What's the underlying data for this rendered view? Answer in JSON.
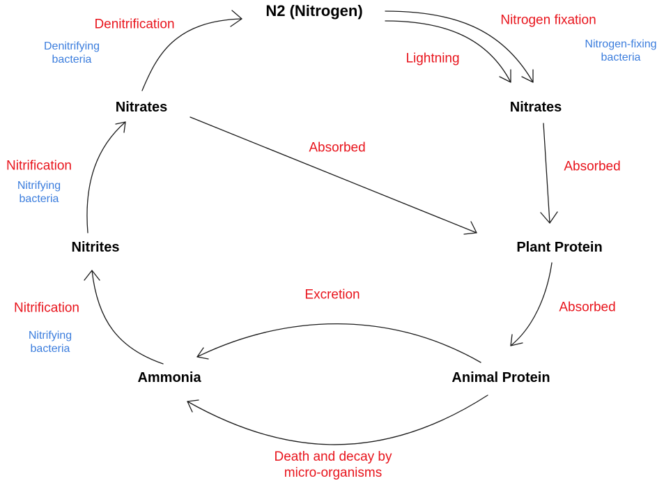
{
  "colors": {
    "process": "#e8141c",
    "agent": "#3b7ddd",
    "node": "#000000",
    "arrow": "#1a1a1a"
  },
  "nodes": {
    "n2": "N2 (Nitrogen)",
    "nitrates_left": "Nitrates",
    "nitrates_right": "Nitrates",
    "nitrites": "Nitrites",
    "plant_protein": "Plant Protein",
    "ammonia": "Ammonia",
    "animal_protein": "Animal Protein"
  },
  "processes": {
    "denitrification": "Denitrification",
    "nitrogen_fixation": "Nitrogen fixation",
    "lightning": "Lightning",
    "absorbed_center": "Absorbed",
    "absorbed_right_upper": "Absorbed",
    "absorbed_right_lower": "Absorbed",
    "nitrification_upper": "Nitrification",
    "nitrification_lower": "Nitrification",
    "excretion": "Excretion",
    "death_decay": "Death and decay by micro-organisms"
  },
  "agents": {
    "denitrifying": "Denitrifying bacteria",
    "nitrogen_fixing": "Nitrogen-fixing bacteria",
    "nitrifying_upper": "Nitrifying bacteria",
    "nitrifying_lower": "Nitrifying bacteria"
  }
}
